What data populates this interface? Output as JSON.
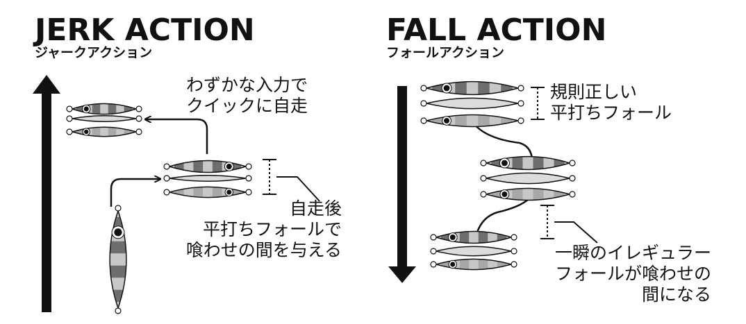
{
  "jerk": {
    "title": "JERK ACTION",
    "subtitle": "ジャークアクション",
    "caption_top": [
      "わずかな入力で",
      "クイックに自走"
    ],
    "caption_bottom": [
      "自走後",
      "平打ちフォールで",
      "喰わせの間を与える"
    ]
  },
  "fall": {
    "title": "FALL ACTION",
    "subtitle": "フォールアクション",
    "caption_top": [
      "規則正しい",
      "平打ちフォール"
    ],
    "caption_bottom": [
      "一瞬のイレギュラー",
      "フォールが喰わせの",
      "間になる"
    ]
  },
  "colors": {
    "ink": "#111111",
    "stripe_dark": "#6e6e6e",
    "stripe_light": "#c8c8c8",
    "body_light": "#dcdcdc"
  },
  "icons": [
    "up-arrow-icon",
    "down-arrow-icon",
    "jig-icon",
    "curved-arrow-icon",
    "bracket-icon"
  ]
}
